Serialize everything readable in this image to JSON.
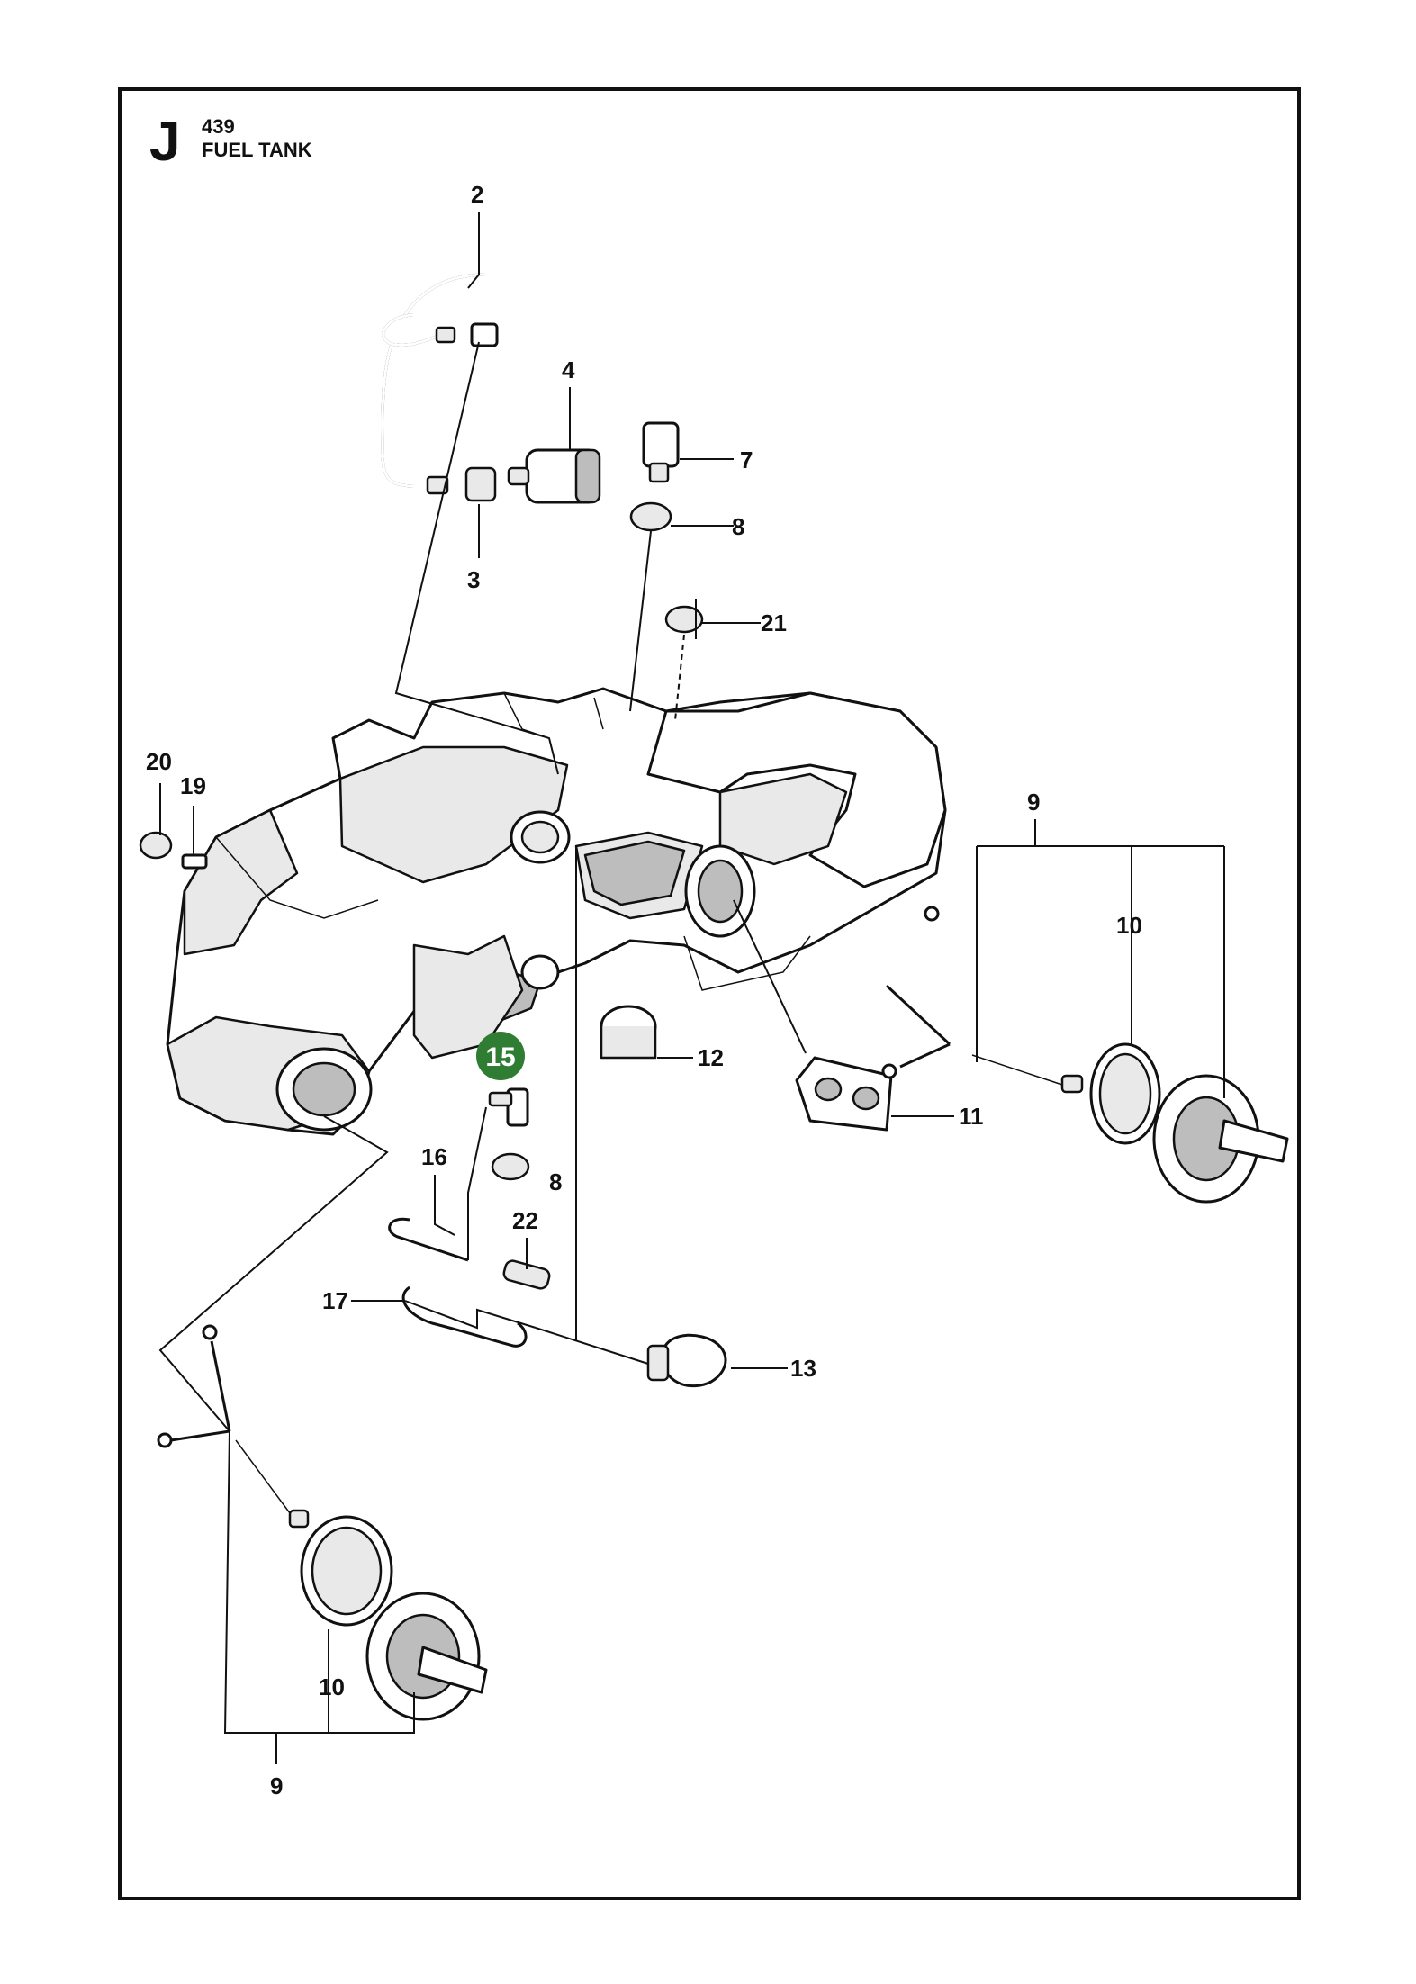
{
  "header": {
    "section_letter": "J",
    "model": "439",
    "title": "FUEL TANK"
  },
  "highlight": {
    "label": "15",
    "color": "#2e7d32"
  },
  "callouts": [
    "2",
    "4",
    "7",
    "8",
    "3",
    "21",
    "20",
    "19",
    "9",
    "10",
    "12",
    "11",
    "16",
    "8",
    "22",
    "17",
    "13",
    "10",
    "9"
  ],
  "colors": {
    "line": "#111111",
    "fill_light": "#e9e9e9",
    "fill_dark": "#bdbdbd"
  }
}
